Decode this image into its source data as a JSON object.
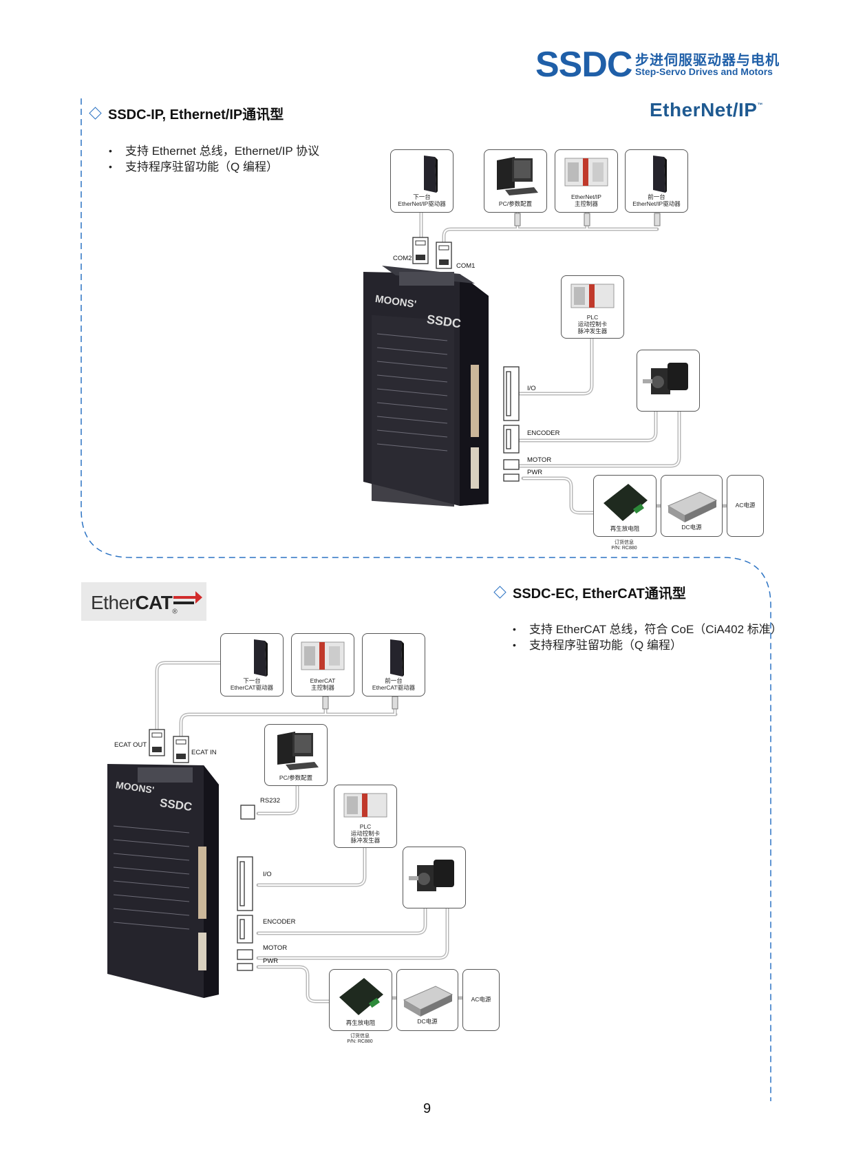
{
  "header": {
    "brand": "SSDC",
    "brand_cn": "步进伺服驱动器与电机",
    "brand_en": "Step-Servo Drives and Motors"
  },
  "section_ip": {
    "title": "SSDC-IP, Ethernet/IP通讯型",
    "logo_text": "EtherNet/IP",
    "bullets": [
      "支持 Ethernet 总线，Ethernet/IP 协议",
      "支持程序驻留功能（Q 编程）"
    ],
    "boxes": {
      "next_drive_line1": "下一台",
      "next_drive_line2": "EtherNet/IP驱动器",
      "pc": "PC/参数配置",
      "master_line1": "EtherNet/IP",
      "master_line2": "主控制器",
      "prev_drive_line1": "前一台",
      "prev_drive_line2": "EtherNet/IP驱动器",
      "plc_line1": "PLC",
      "plc_line2": "运动控制卡",
      "plc_line3": "脉冲发生器",
      "regen": "再生放电阻",
      "order_line1": "订货信息",
      "order_line2": "P/N: RC880",
      "dc": "DC电源",
      "ac": "AC电源"
    },
    "ports": {
      "com2": "COM2",
      "com1": "COM1",
      "io": "I/O",
      "encoder": "ENCODER",
      "motor": "MOTOR",
      "pwr": "PWR"
    }
  },
  "section_ec": {
    "title": "SSDC-EC, EtherCAT通讯型",
    "logo_text_a": "Ether",
    "logo_text_b": "CAT",
    "bullets": [
      "支持 EtherCAT 总线，符合 CoE（CiA402 标准）",
      "支持程序驻留功能（Q 编程）"
    ],
    "boxes": {
      "next_drive_line1": "下一台",
      "next_drive_line2": "EtherCAT驱动器",
      "master_line1": "EtherCAT",
      "master_line2": "主控制器",
      "prev_drive_line1": "前一台",
      "prev_drive_line2": "EtherCAT驱动器",
      "pc": "PC/参数配置",
      "plc_line1": "PLC",
      "plc_line2": "运动控制卡",
      "plc_line3": "脉冲发生器",
      "regen": "再生放电阻",
      "order_line1": "订货信息",
      "order_line2": "P/N: RC880",
      "dc": "DC电源",
      "ac": "AC电源"
    },
    "ports": {
      "ecat_out": "ECAT OUT",
      "ecat_in": "ECAT IN",
      "rs232": "RS232",
      "io": "I/O",
      "encoder": "ENCODER",
      "motor": "MOTOR",
      "pwr": "PWR"
    }
  },
  "drive_label": {
    "moons": "MOONS'",
    "ssdc": "SSDC"
  },
  "page_number": "9",
  "colors": {
    "brand_blue": "#1f5fa8",
    "dash_blue": "#2a72c3",
    "drive_body": "#1e1d24"
  }
}
